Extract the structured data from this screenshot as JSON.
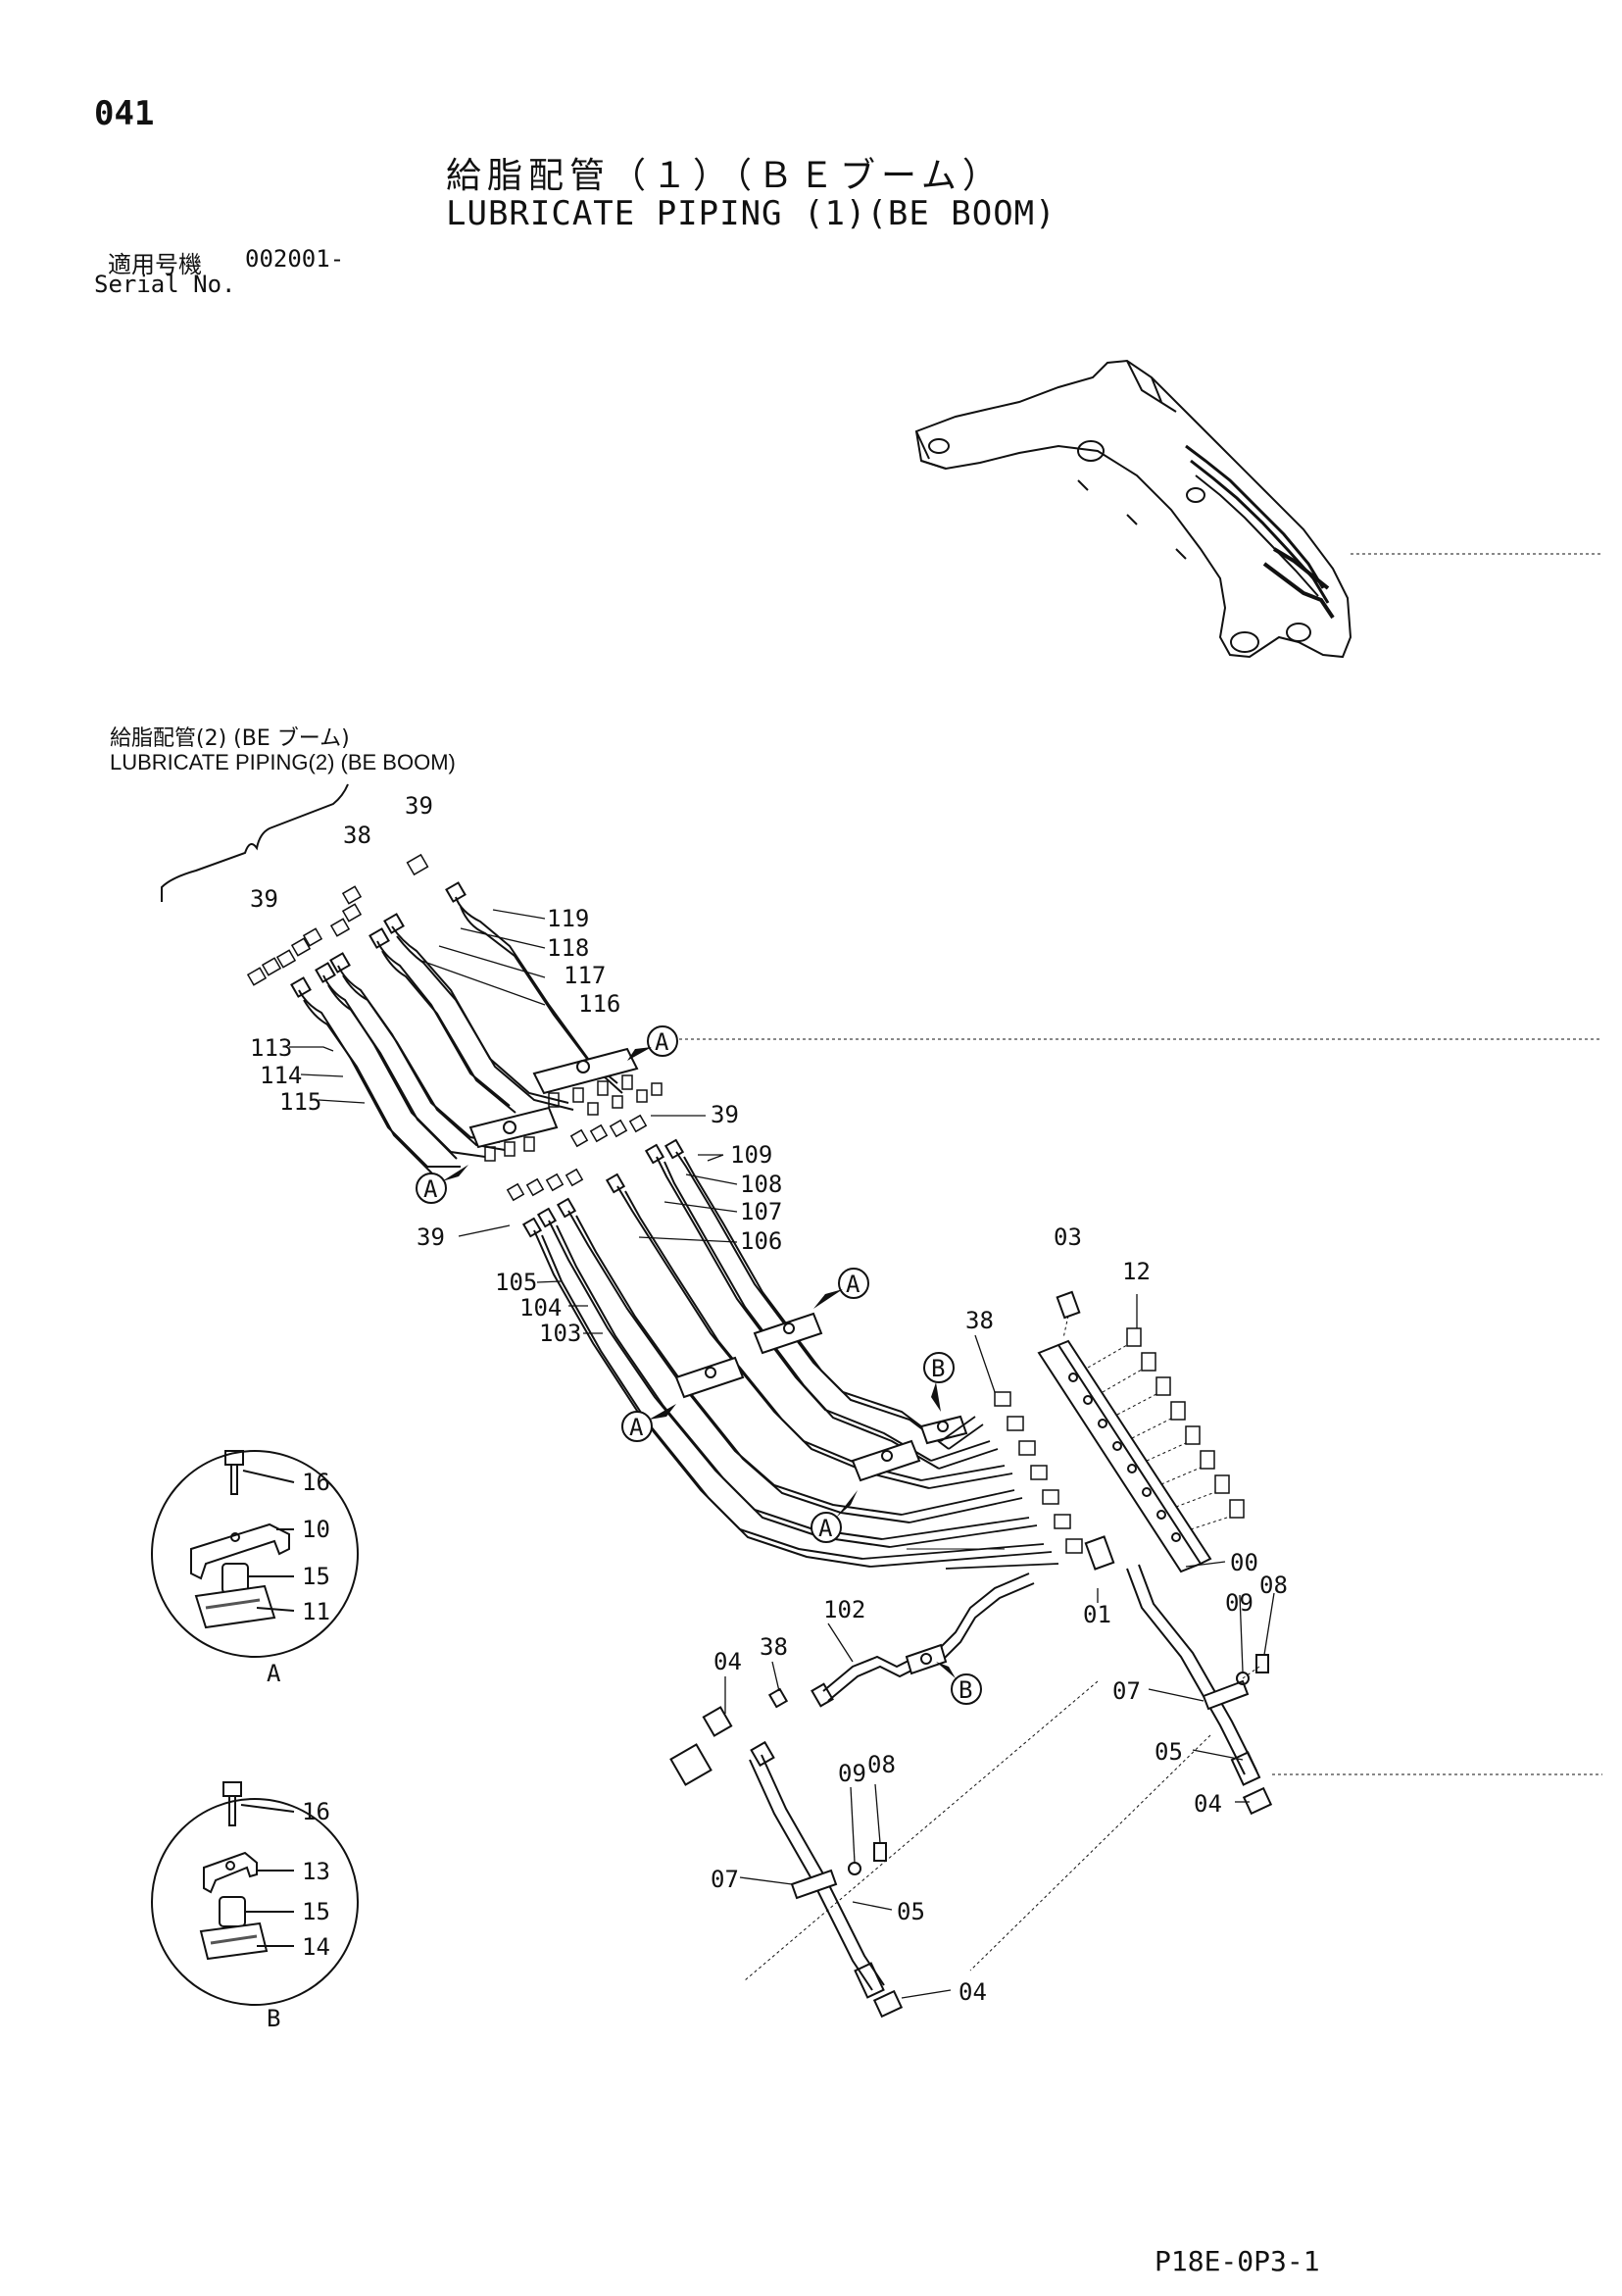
{
  "page_number": "041",
  "title_jp": "給脂配管（１）（ＢＥブーム）",
  "title_en": "LUBRICATE PIPING (1)(BE BOOM)",
  "serial_label_jp": "適用号機",
  "serial_value": "002001-",
  "serial_label_en": "Serial No.",
  "reference": {
    "jp": "給脂配管(2) (BE ブーム)",
    "en": "LUBRICATE  PIPING(2) (BE BOOM)"
  },
  "part_labels": {
    "p119": "119",
    "p118": "118",
    "p117": "117",
    "p116": "116",
    "p113": "113",
    "p114": "114",
    "p115": "115",
    "p39a": "39",
    "p39b": "39",
    "p39c": "39",
    "p39d": "39",
    "p38a": "38",
    "p38b": "38",
    "p38c": "38",
    "p109": "109",
    "p108": "108",
    "p107": "107",
    "p106": "106",
    "p105": "105",
    "p104": "104",
    "p103": "103",
    "p102": "102",
    "p03": "03",
    "p12": "12",
    "p00": "00",
    "p01": "01",
    "p09a": "09",
    "p08a": "08",
    "p07a": "07",
    "p05a": "05",
    "p04a": "04",
    "p04b": "04",
    "p09b": "09",
    "p08b": "08",
    "p07b": "07",
    "p05b": "05",
    "p04c": "04",
    "p16a": "16",
    "p10": "10",
    "p15a": "15",
    "p11": "11",
    "p16b": "16",
    "p13": "13",
    "p15b": "15",
    "p14": "14"
  },
  "callouts": {
    "A1": "A",
    "A2": "A",
    "A3": "A",
    "A4": "A",
    "A5": "A",
    "B1": "B",
    "B2": "B"
  },
  "detail_labels": {
    "detail_a": "A",
    "detail_b": "B"
  },
  "document_code": "P18E-0P3-1"
}
